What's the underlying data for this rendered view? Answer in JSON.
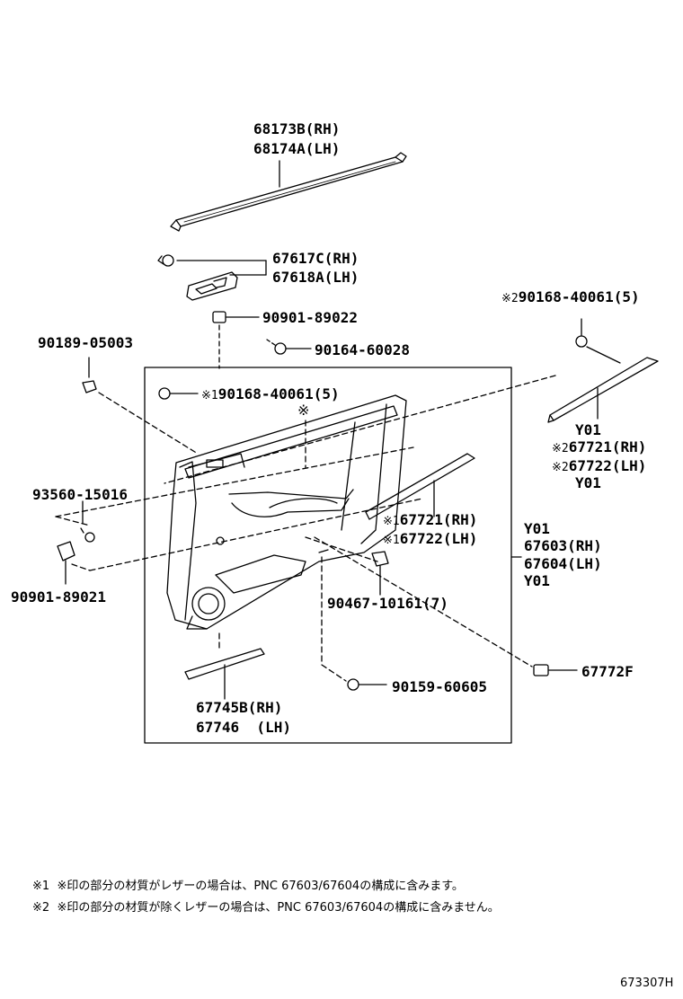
{
  "labels": {
    "p68173": "68173B(RH)",
    "p68174": "68174A(LH)",
    "p67617": "67617C(RH)",
    "p67618": "67618A(LH)",
    "p90901_89022": "90901-89022",
    "p90164": "90164-60028",
    "p90189": "90189-05003",
    "p90168_a_mark": "※1",
    "p90168_a": "90168-40061(5)",
    "p90168_b_mark": "※2",
    "p90168_b": "90168-40061(5)",
    "right_y01_top": "Y01",
    "right_67721_mark": "※2",
    "right_67721": "67721(RH)",
    "right_67722_mark": "※2",
    "right_67722": "67722(LH)",
    "right_y01_bottom": "Y01",
    "mid_67721_mark": "※1",
    "mid_67721": "67721(RH)",
    "mid_67722_mark": "※1",
    "mid_67722": "67722(LH)",
    "board_y01_top": "Y01",
    "board_67603": "67603(RH)",
    "board_67604": "67604(LH)",
    "board_y01_bottom": "Y01",
    "p93560": "93560-15016",
    "p90901_89021": "90901-89021",
    "p90467": "90467-10161(7)",
    "p90159": "90159-60605",
    "p67772": "67772F",
    "p67745": "67745B(RH)",
    "p67746": "67746  (LH)",
    "star": "※"
  },
  "notes": {
    "note1_mark": "※1",
    "note1_text": "※印の部分の材質がレザーの場合は、PNC 67603/67604の構成に含みます。",
    "note2_mark": "※2",
    "note2_text": "※印の部分の材質が除くレザーの場合は、PNC 67603/67604の構成に含みません。"
  },
  "figure_id": "673307H",
  "colors": {
    "ink": "#000000",
    "background": "#ffffff"
  }
}
